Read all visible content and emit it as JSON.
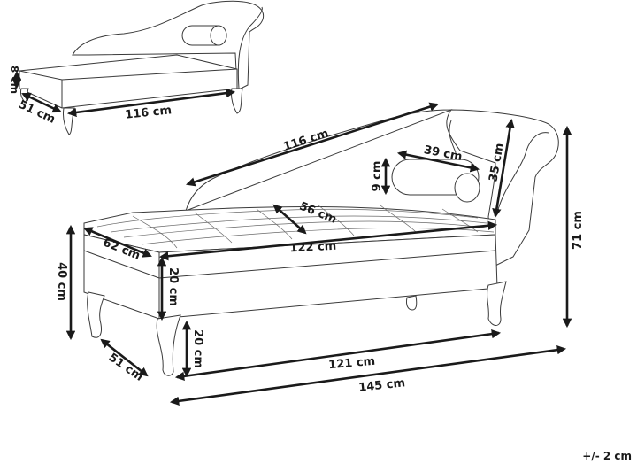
{
  "diagram": {
    "type": "product-dimension-drawing",
    "subject": "chaise lounge with storage",
    "tolerance": "+/- 2 cm",
    "top_view": {
      "description": "chaise with seat lifted/storage open",
      "dimensions": {
        "storage_depth": "8 cm",
        "storage_width": "51 cm",
        "storage_length": "116 cm"
      }
    },
    "main_view": {
      "dimensions": {
        "backrest_length": "116 cm",
        "bolster_length": "39 cm",
        "bolster_diameter": "9 cm",
        "armrest_height": "35 cm",
        "total_height": "71 cm",
        "seat_depth_cushion": "56 cm",
        "seat_width": "62 cm",
        "seat_length": "122 cm",
        "seat_height": "40 cm",
        "base_height": "20 cm",
        "leg_height": "20 cm",
        "depth": "51 cm",
        "inner_length": "121 cm",
        "total_length": "145 cm"
      }
    }
  }
}
